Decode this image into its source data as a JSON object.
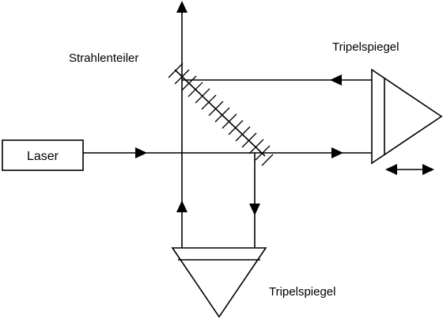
{
  "labels": {
    "beam_splitter": "Strahlenteiler",
    "laser": "Laser",
    "retroreflector_right": "Tripelspiegel",
    "retroreflector_bottom": "Tripelspiegel"
  },
  "icons": {
    "movement": "double-arrow-icon"
  },
  "colors": {
    "line": "#000000",
    "background": "#ffffff"
  }
}
